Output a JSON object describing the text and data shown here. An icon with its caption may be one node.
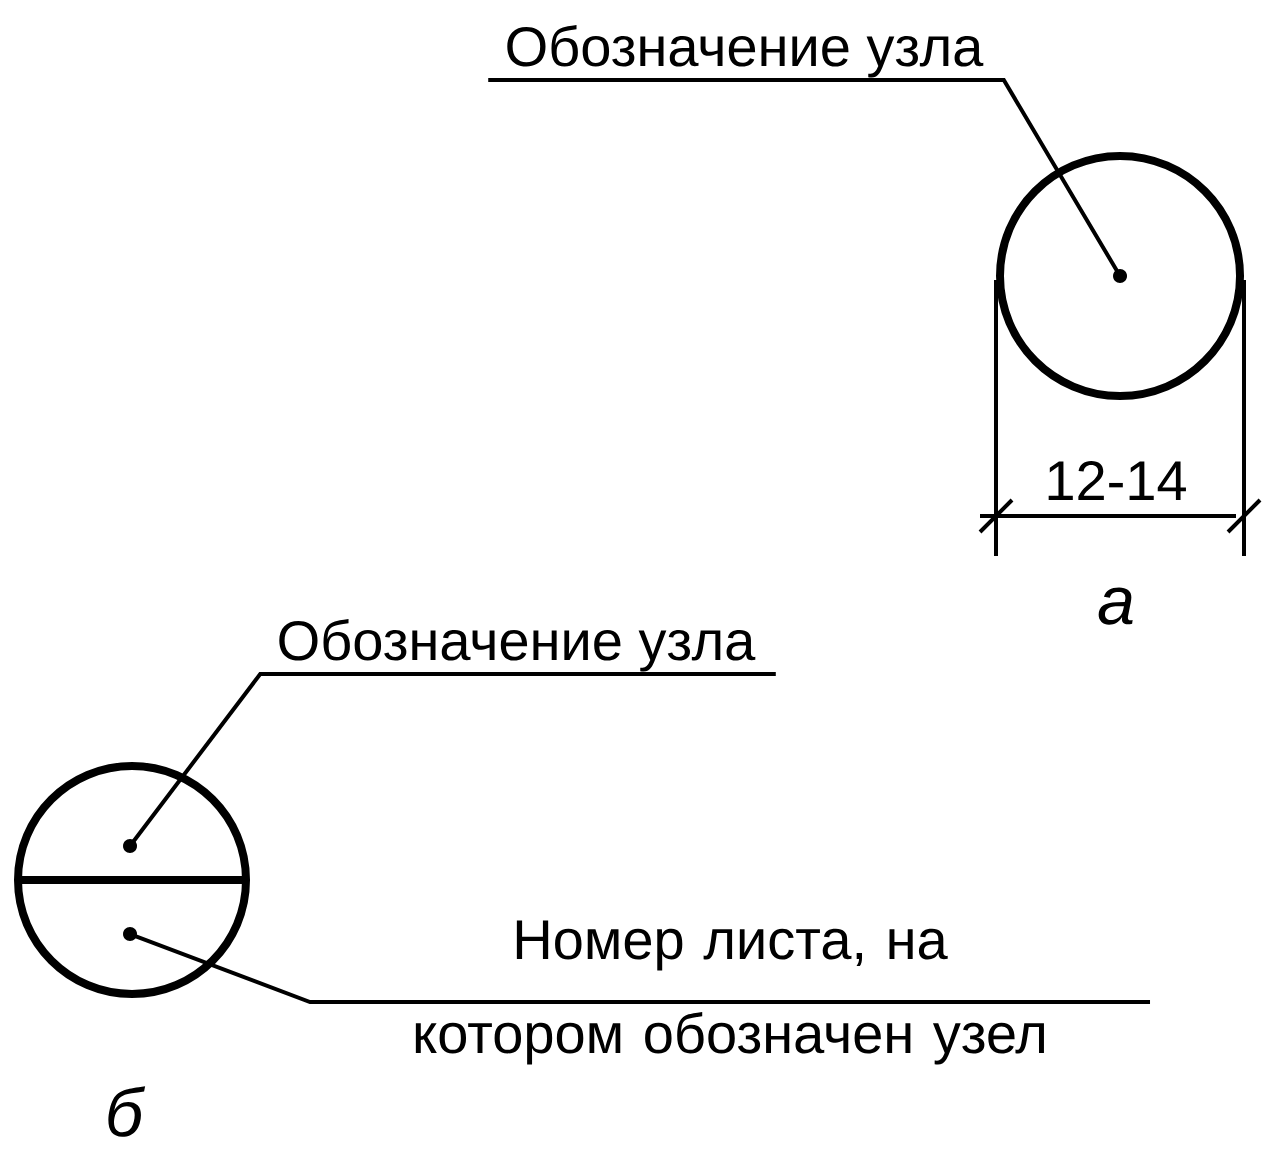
{
  "diagram": {
    "nodes": [
      {
        "text": [
          "Обозначение узла"
        ]
      },
      {
        "text": [],
        "shape": "circle"
      },
      {
        "text": [
          "Обозначение узла"
        ]
      },
      {
        "text": [],
        "shape": "circle"
      },
      {
        "text": [
          "Номер листа, на котором обозначен узел"
        ]
      }
    ],
    "edges": [
      {
        "from": 0,
        "to": 1,
        "arrow": "other"
      },
      {
        "from": 2,
        "to": 3,
        "arrow": "other"
      },
      {
        "from": 4,
        "to": 3,
        "arrow": "other"
      }
    ],
    "labels": [
      "12-14",
      "а",
      "б"
    ]
  }
}
